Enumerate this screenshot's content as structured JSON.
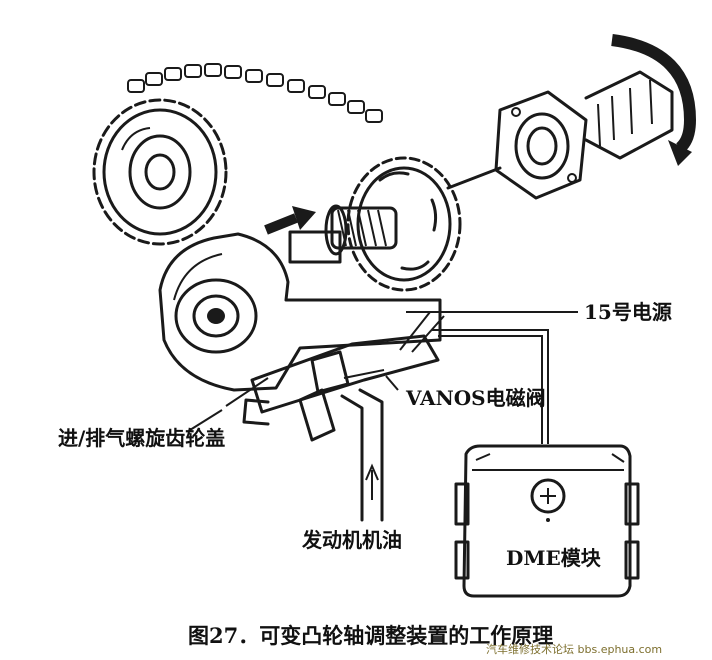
{
  "labels": {
    "power": "15号电源",
    "solenoid": "VANOS电磁阀",
    "cover": "进/排气螺旋齿轮盖",
    "oil": "发动机机油",
    "dme": "DME模块"
  },
  "caption": "图27．可变凸轮轴调整装置的工作原理",
  "watermark": "汽车维修技术论坛 bbs.ephua.com",
  "colors": {
    "ink": "#1a1a1a",
    "paper": "#ffffff",
    "watermark": "#7d6f2e"
  }
}
